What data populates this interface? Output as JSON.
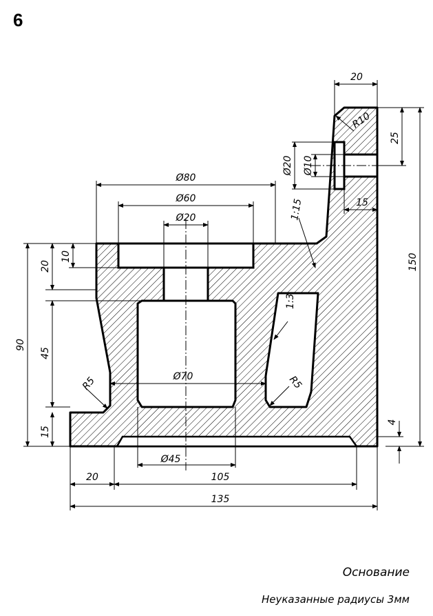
{
  "sheet": {
    "number": "6",
    "title": "Основание",
    "note": "Неуказанные радиусы 3мм"
  },
  "dimensions": {
    "d80": "Ø80",
    "d60": "Ø60",
    "d20_top": "Ø20",
    "d70": "Ø70",
    "d45": "Ø45",
    "d20_side": "Ø20",
    "d10_side": "Ø10",
    "top_width": "20",
    "r10": "R10",
    "v25": "25",
    "v15_right": "15",
    "v150": "150",
    "slope": "1:15",
    "taper": "1:3",
    "v10": "10",
    "v20": "20",
    "v90": "90",
    "v45": "45",
    "v15_left": "15",
    "r5_left": "R5",
    "r5_right": "R5",
    "v4": "4",
    "h20": "20",
    "h105": "105",
    "h135": "135"
  }
}
